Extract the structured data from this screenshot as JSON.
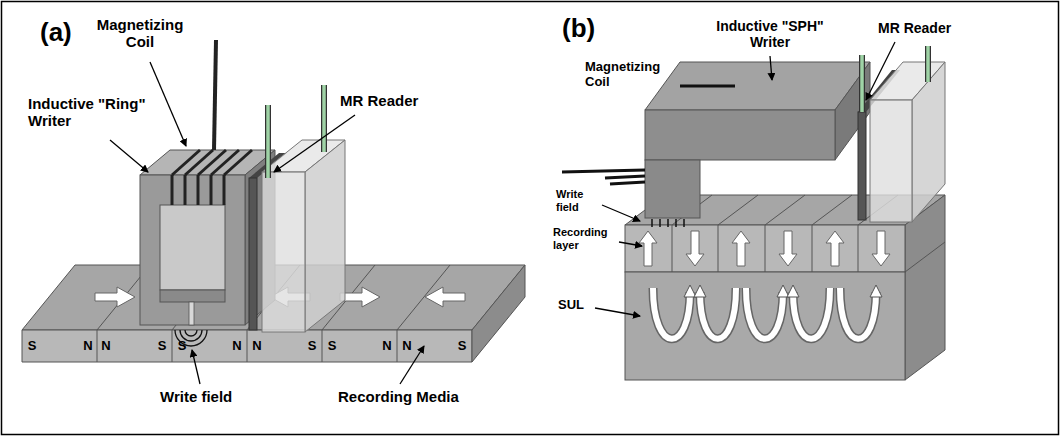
{
  "diagram": {
    "labels": [
      "(a)",
      "Magnetizing Coil",
      "Inductive \"Ring\" Writer",
      "MR Reader",
      "Write field",
      "Recording Media",
      "S",
      "N",
      "N",
      "S",
      "S",
      "N",
      "N",
      "S",
      "S",
      "N",
      "N",
      "S",
      "(b)",
      "Magnetizing Coil",
      "Inductive \"SPH\" Writer",
      "MR Reader",
      "Write field",
      "Recording layer",
      "SUL"
    ]
  }
}
